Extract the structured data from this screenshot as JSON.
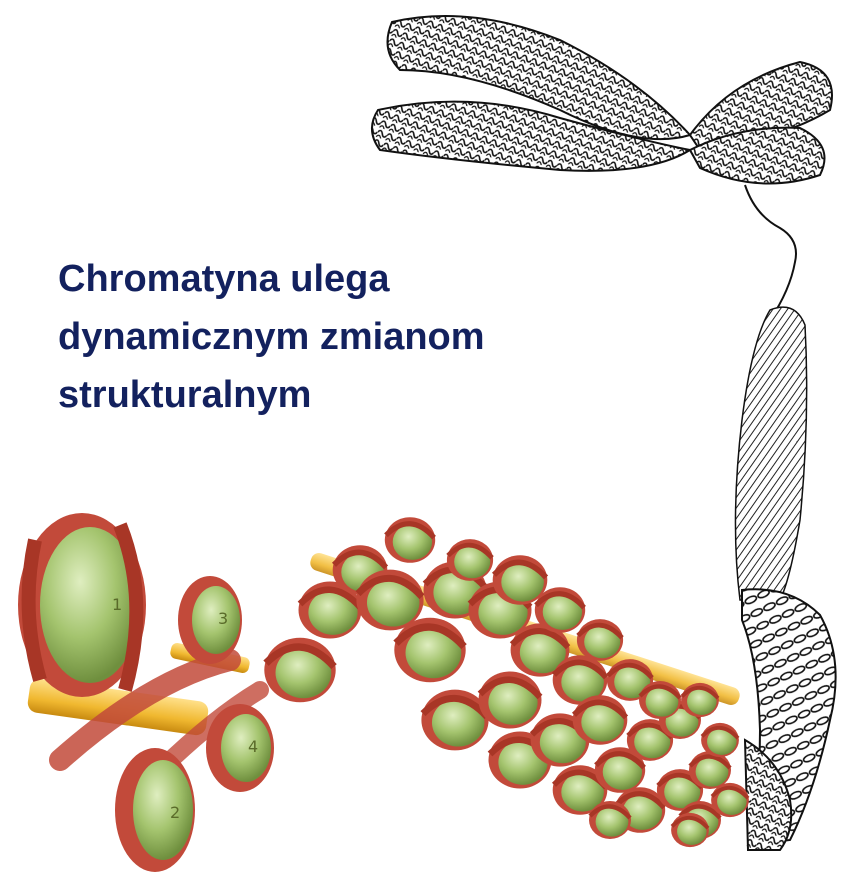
{
  "title": {
    "lines": [
      "Chromatyna ulega",
      "dynamicznym zmianom",
      "strukturalnym"
    ]
  },
  "nucleosome_labels": [
    "1",
    "2",
    "3",
    "4"
  ],
  "colors": {
    "title": "#13215e",
    "histone_core": "#9fc070",
    "dna_wrap": "#c24a3a",
    "linker": "#f0c040",
    "chromosome_ink": "#222222"
  },
  "icons": [
    "chromosome-illustration",
    "chromatin-fiber-illustration",
    "nucleosome-illustration"
  ]
}
